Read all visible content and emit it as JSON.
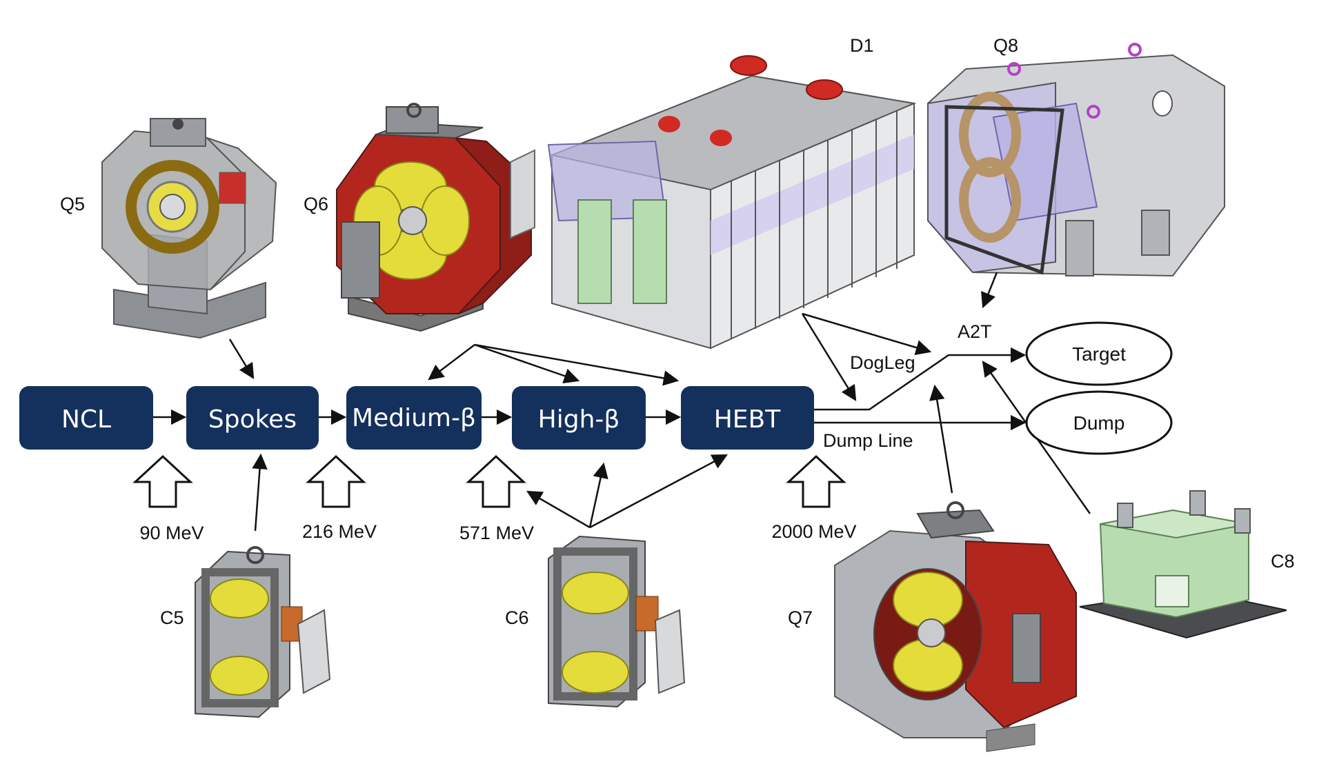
{
  "colors": {
    "box_fill": "#14305c",
    "box_text": "#ffffff",
    "arrow": "#111111",
    "magnet_red": "#b3261e",
    "coil_yellow": "#e3dc3a",
    "steel_grey": "#9ea2a8",
    "acrylic_violet": "#b9b3e3",
    "pastel_green": "#b7dcb0"
  },
  "stages": [
    {
      "id": "ncl",
      "label": "NCL"
    },
    {
      "id": "spokes",
      "label": "Spokes"
    },
    {
      "id": "medium",
      "label": "Medium-β"
    },
    {
      "id": "high",
      "label": "High-β"
    },
    {
      "id": "hebt",
      "label": "HEBT"
    }
  ],
  "endpoints": [
    {
      "id": "target",
      "label": "Target"
    },
    {
      "id": "dump",
      "label": "Dump"
    }
  ],
  "energies": [
    "90 MeV",
    "216 MeV",
    "571 MeV",
    "2000 MeV"
  ],
  "line_labels": {
    "dogleg": "DogLeg",
    "a2t": "A2T",
    "dump_line": "Dump Line"
  },
  "magnets": [
    {
      "id": "q5",
      "label": "Q5"
    },
    {
      "id": "q6",
      "label": "Q6"
    },
    {
      "id": "d1",
      "label": "D1"
    },
    {
      "id": "q8",
      "label": "Q8"
    },
    {
      "id": "c5",
      "label": "C5"
    },
    {
      "id": "c6",
      "label": "C6"
    },
    {
      "id": "q7",
      "label": "Q7"
    },
    {
      "id": "c8",
      "label": "C8"
    }
  ],
  "icons": [
    "quadrupole-magnet-icon",
    "dipole-magnet-icon",
    "corrector-magnet-icon"
  ]
}
